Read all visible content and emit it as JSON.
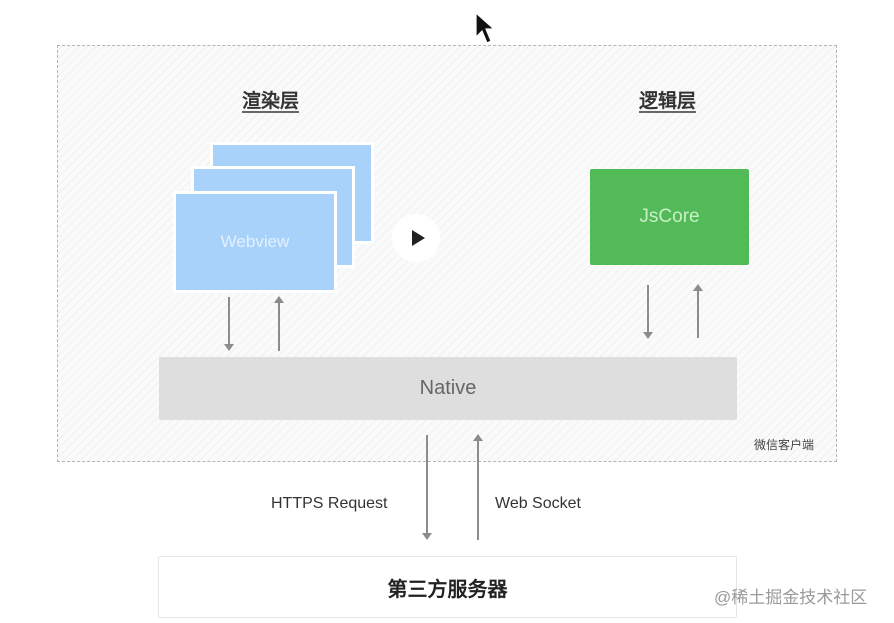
{
  "diagram": {
    "client_frame": {
      "label": "微信客户端"
    },
    "render_layer": {
      "title": "渲染层",
      "component": "Webview"
    },
    "logic_layer": {
      "title": "逻辑层",
      "component": "JsCore"
    },
    "native": {
      "label": "Native"
    },
    "connections": {
      "request_label": "HTTPS Request",
      "socket_label": "Web Socket"
    },
    "server": {
      "label": "第三方服务器"
    },
    "watermark": "@稀土掘金技术社区",
    "colors": {
      "webview": "#a9d2fa",
      "jscore": "#52ba57",
      "native": "#dedede",
      "arrow": "#8c8c8c"
    }
  },
  "media": {
    "play_icon": "play-icon"
  }
}
